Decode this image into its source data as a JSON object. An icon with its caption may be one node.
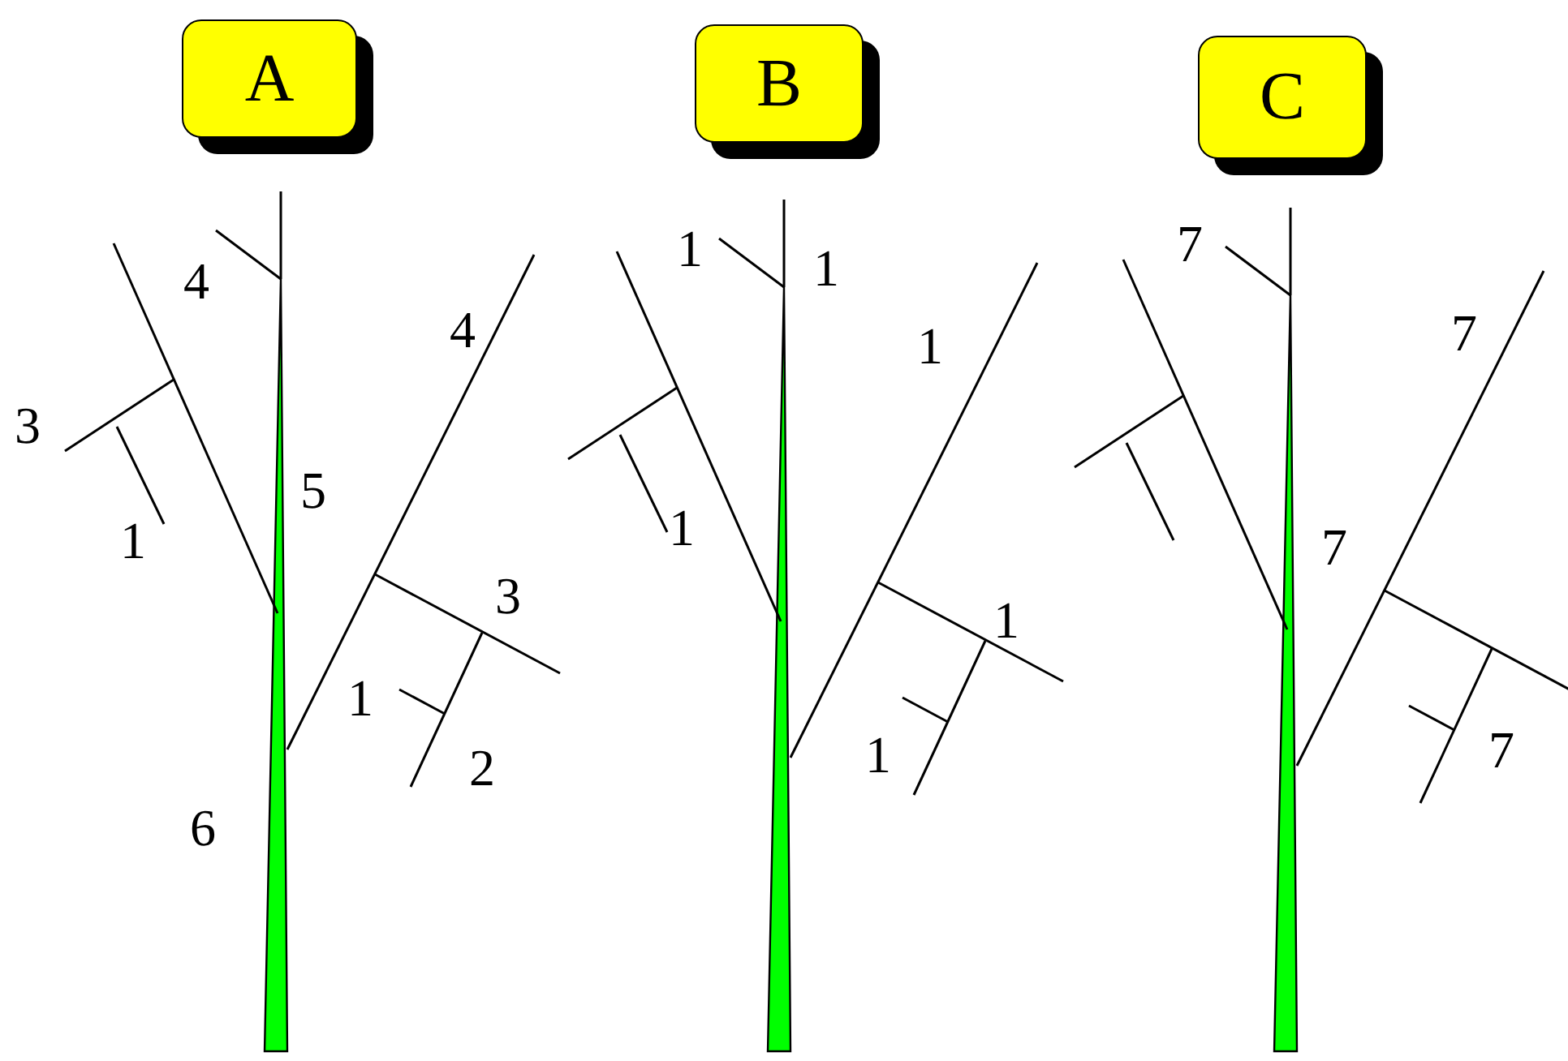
{
  "diagram": {
    "nodes": [
      {
        "text": [
          "A"
        ]
      },
      {
        "text": [
          "B"
        ]
      },
      {
        "text": [
          "C"
        ]
      }
    ],
    "labels": [
      "4",
      "4",
      "3",
      "5",
      "1",
      "3",
      "1",
      "2",
      "6",
      "1",
      "1",
      "1",
      "1",
      "1",
      "1",
      "7",
      "7",
      "7",
      "7"
    ]
  }
}
